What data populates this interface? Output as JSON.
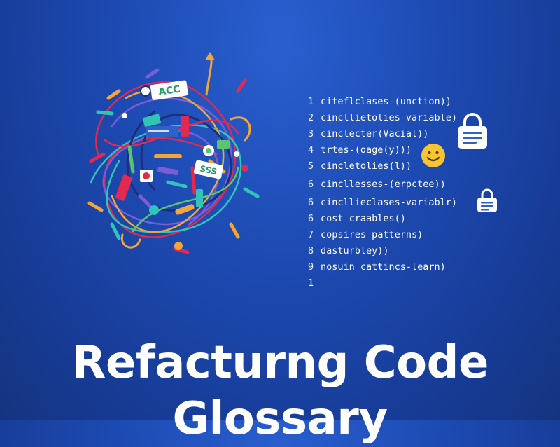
{
  "colors": {
    "background_top": "#2a5fd0",
    "background_bottom": "#15347f",
    "text": "#ffffff",
    "scribble_red": "#e2294f",
    "scribble_orange": "#f3a535",
    "scribble_teal": "#2fc4b6",
    "scribble_purple": "#7c5cd6",
    "scribble_green": "#5bc46f",
    "lock_fill": "#ffffff",
    "lock_accent": "#2f62c8",
    "smiley": "#f7c531"
  },
  "illustration": {
    "sticker_1": "ACC",
    "sticker_2": "SSS"
  },
  "code_lines": [
    {
      "num": "1",
      "text": "citeflclases-(unction))"
    },
    {
      "num": "2",
      "text": "cincllietolies-variable)"
    },
    {
      "num": "3",
      "text": "cinclecter(Vacial))"
    },
    {
      "num": "4",
      "text": "trtes-(oage(y)))"
    },
    {
      "num": "5",
      "text": "cincletolies(l))"
    },
    {
      "num": "6",
      "text": "cincllesses-(erpctee))"
    },
    {
      "num": "6",
      "text": "cincllieclases-variablr)"
    },
    {
      "num": "6",
      "text": "cost craables()"
    },
    {
      "num": "7",
      "text": "copsires patterns)"
    },
    {
      "num": "8",
      "text": "dasturbley))"
    },
    {
      "num": "9",
      "text": "nosuin cattincs-learn)"
    },
    {
      "num": "1",
      "text": ""
    }
  ],
  "icons": {
    "lock_large": "lock-icon",
    "lock_small": "lock-icon",
    "smiley": "smiley-icon"
  },
  "title": {
    "line1": "Refacturng Code",
    "line2": "Glossary"
  }
}
